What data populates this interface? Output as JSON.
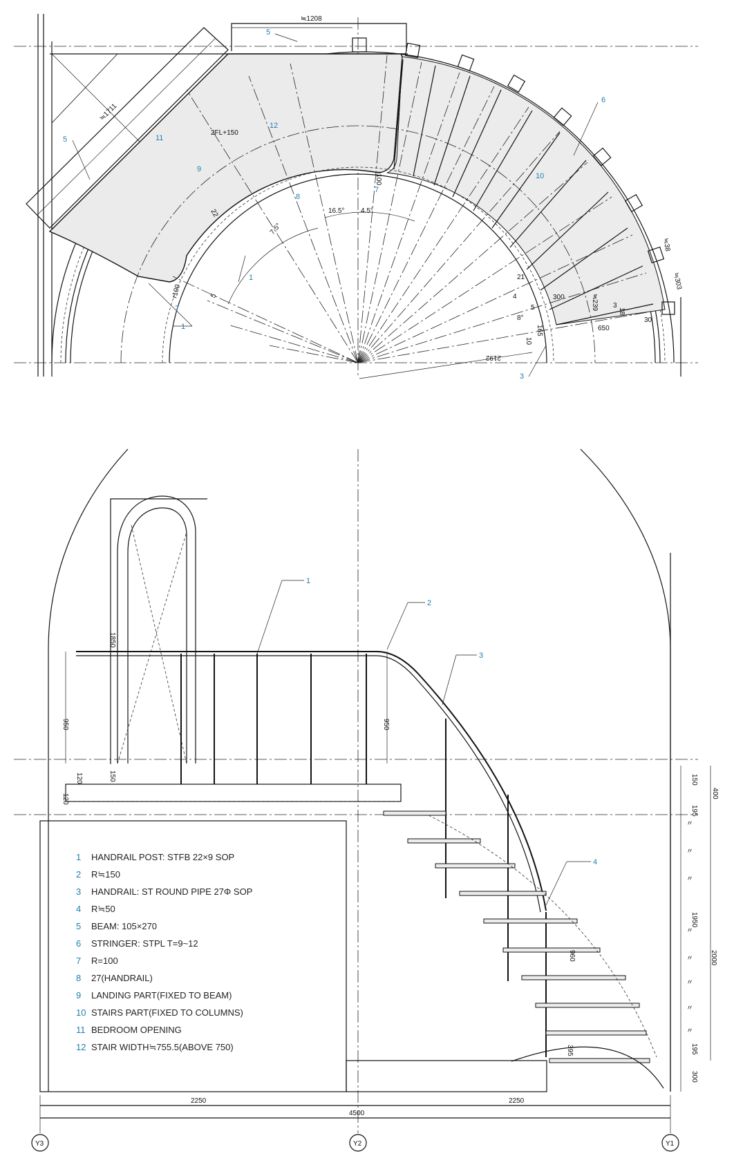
{
  "plan": {
    "dimensions": {
      "top_width": "≒1208",
      "beam_length": "≒1711",
      "fl": "2FL+150",
      "angle_a": "16.5°",
      "angle_b": "4.5°",
      "angle_c": "7.5°",
      "r100_a": "r100",
      "r100_b": "r100",
      "gap22": "22",
      "gap5": "5",
      "gap21": "21",
      "gap4": "4",
      "gap5b": "5",
      "small8": "8°",
      "d165": "165",
      "d10": "10",
      "d300": "300",
      "d239": "≒239",
      "d18": "18",
      "d3": "3",
      "d650": "650",
      "d30": "30",
      "d38": "≒38",
      "d303": "≒303",
      "d2192": "2192"
    },
    "callouts": {
      "c5_top": "5",
      "c5_left": "5",
      "c11": "11",
      "c9": "9",
      "c12": "12",
      "c8": "8",
      "c7_mid": "7",
      "c7_low": "7",
      "c1_mid": "1",
      "c1_low": "1",
      "c6": "6",
      "c10": "10",
      "c3": "3"
    }
  },
  "elevation": {
    "callouts": {
      "c1": "1",
      "c2": "2",
      "c3": "3",
      "c4": "4"
    },
    "dimensions": {
      "h1850": "1850",
      "h950_l": "950",
      "h950_r": "950",
      "h150": "150",
      "h120a": "120",
      "h120b": "120",
      "r150": "150",
      "r400": "400",
      "r195a": "195",
      "r1950": "1950",
      "r2000": "2000",
      "r195b": "195",
      "r300": "300",
      "r960": "960",
      "r395": "395",
      "q1": "〃",
      "q2": "〃",
      "q3": "〃",
      "q4": "〃",
      "q5": "〃",
      "q6": "〃",
      "q7": "〃",
      "q8": "〃",
      "w2250a": "2250",
      "w2250b": "2250",
      "w4500": "4500"
    },
    "grid": {
      "y3": "Y3",
      "y2": "Y2",
      "y1": "Y1"
    }
  },
  "legend": [
    {
      "num": "1",
      "text": "HANDRAIL POST: STFB 22×9 SOP"
    },
    {
      "num": "2",
      "text": "R≒150"
    },
    {
      "num": "3",
      "text": "HANDRAIL: ST ROUND PIPE 27Φ SOP"
    },
    {
      "num": "4",
      "text": "R≒50"
    },
    {
      "num": "5",
      "text": "BEAM: 105×270"
    },
    {
      "num": "6",
      "text": "STRINGER: STPL T=9~12"
    },
    {
      "num": "7",
      "text": "R=100"
    },
    {
      "num": "8",
      "text": "27(HANDRAIL)"
    },
    {
      "num": "9",
      "text": "LANDING PART(FIXED TO BEAM)"
    },
    {
      "num": "10",
      "text": "STAIRS PART(FIXED TO COLUMNS)"
    },
    {
      "num": "11",
      "text": "BEDROOM OPENING"
    },
    {
      "num": "12",
      "text": "STAIR WIDTH≒755.5(ABOVE 750)"
    }
  ]
}
